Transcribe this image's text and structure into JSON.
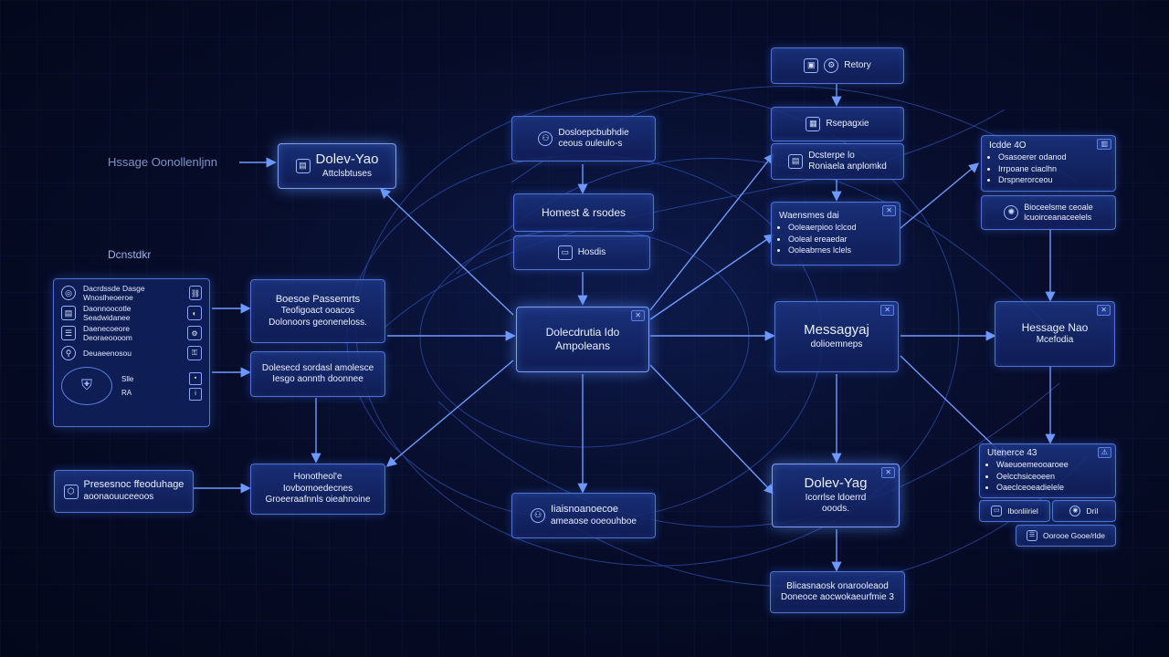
{
  "floating": {
    "title_left": "Hssage Oonollenljnn",
    "section_label": "Dcnstdkr"
  },
  "nodes": {
    "dolev_yao_left": {
      "title": "Dolev-Yao",
      "sub": "Attclsbtuses"
    },
    "bootstrap": {
      "line1": "Dosloepcbubhdie",
      "line2": "ceous ouleulo-s"
    },
    "honest": {
      "label": "Homest & rsodes"
    },
    "hosts": {
      "label": "Hosdis"
    },
    "recovery": {
      "label": "Retory"
    },
    "repository": {
      "label": "Rsepagxie"
    },
    "desterpe": {
      "line1": "Dcsterpe lo",
      "line2": "Roniaela anplomkd"
    },
    "weaknesses": {
      "title": "Waensmes dai",
      "items": [
        "Ooleaerpioo lclcod",
        "Ooleal ereaedar",
        "Ooleabrnes lclels"
      ]
    },
    "right_top": {
      "title": "Icdde 4O",
      "items": [
        "Osasoerer odanod",
        "Irrpoane ciaclhn",
        "Drspnerorceou"
      ]
    },
    "right_second": {
      "line1": "Bioceelsme ceoale",
      "line2": "lcuoirceanaceelels"
    },
    "passwords": {
      "line1": "Boesoe Passemrts",
      "line2": "Teofigoact ooacos",
      "line3": "Dolonoors geoneneloss."
    },
    "dolev_center": {
      "line1": "Dolecdrutia Ido",
      "line2": "Ampoleans"
    },
    "messaging": {
      "title": "Messagyaj",
      "sub": "dolioemneps"
    },
    "message_meta": {
      "line1": "Hessage Nao",
      "line2": "Mcefodia"
    },
    "debased": {
      "line1": "Dolesecd sordasl amolesce",
      "line2": "Iesgo aonnth doonnee"
    },
    "hosted": {
      "line1": "Honotheol'e",
      "line2": "Iovbomoedecnes",
      "line3": "Groeeraafnnls oieahnoine"
    },
    "resource_left": {
      "line1": "Presesnoc ffeoduhage",
      "line2": "aoonaouuceeoos"
    },
    "maintenance": {
      "line1": "Iiaisnoanoecoe",
      "line2": "ameaose ooeouhboe"
    },
    "dolev_yag": {
      "title": "Dolev-Yag",
      "line2": "Icorrlse ldoerrd",
      "line3": "ooods."
    },
    "bottom_right": {
      "line1": "Blicasnaosk onarooleaod",
      "line2": "Doneoce aocwokaeurfmie 3"
    },
    "utenerce": {
      "title": "Utenerce 43",
      "items": [
        "Waeuoemeooaroee",
        "Oelcchsiceoeen",
        "Oaeclceoeadielele"
      ]
    },
    "tiny_a": {
      "label": "Ibonliiriel"
    },
    "tiny_b": {
      "label": "DriI"
    },
    "tiny_c": {
      "label": "Oorooe Gooe/rlde"
    }
  },
  "panel": {
    "rows": [
      "Dacrdssde Dasge Wnoslheoeroe",
      "Daonnoocotle Seadwidanee",
      "Daenecoeore Deoraeoooom",
      "Deuaeenosou"
    ],
    "chips": [
      "Slle",
      "RA"
    ]
  },
  "colors": {
    "accent": "#6f9bff",
    "line": "#3d63c9",
    "node_border": "#4f74d6"
  }
}
